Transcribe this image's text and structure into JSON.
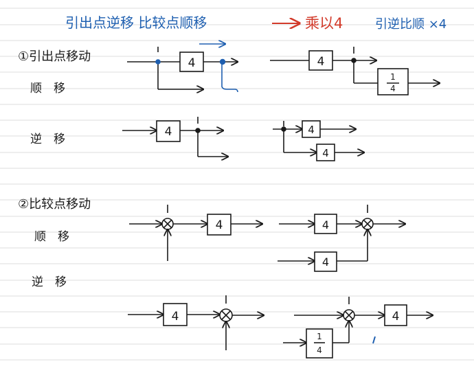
{
  "header": {
    "title_blue": "引出点逆移 比较点顺移",
    "arrow_text": "乘以4",
    "title_right": "引逆比顺 ×4"
  },
  "sections": {
    "s1_title": "①引出点移动",
    "s1_forward": "顺　移",
    "s1_backward": "逆　移",
    "s2_title": "②比较点移动",
    "s2_forward": "顺　移",
    "s2_backward": "逆　移"
  },
  "blocks": {
    "gain": "4",
    "inv_num": "1",
    "inv_den": "4"
  },
  "colors": {
    "ink": "#1a1a1a",
    "blue": "#1e5fb0",
    "red": "#d23a2a",
    "ruled_line": "#d8d8d8"
  }
}
